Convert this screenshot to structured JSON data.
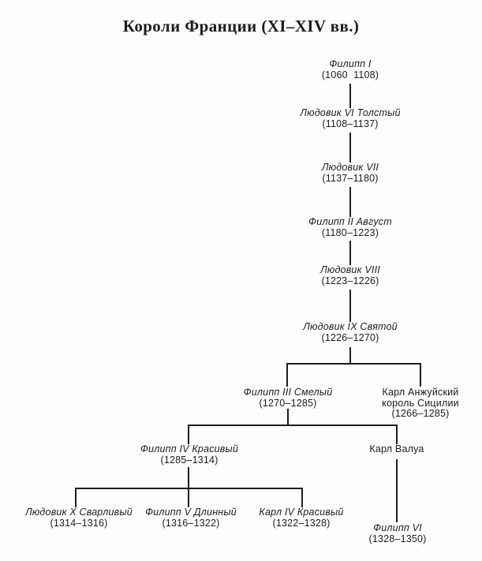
{
  "title": "Короли Франции (XI–XIV вв.)",
  "nodes": {
    "filipp1": {
      "name": "Филипп I",
      "dates": "(1060  1108)"
    },
    "lyudovik6": {
      "name": "Людовик VI Толстый",
      "dates": "(1108–1137)"
    },
    "lyudovik7": {
      "name": "Людовик VII",
      "dates": "(1137–1180)"
    },
    "filipp2": {
      "name": "Филипп II Август",
      "dates": "(1180–1223)"
    },
    "lyudovik8": {
      "name": "Людовик VIII",
      "dates": "(1223–1226)"
    },
    "lyudovik9": {
      "name": "Людовик IX Святой",
      "dates": "(1226–1270)"
    },
    "filipp3": {
      "name": "Филипп III Смелый",
      "dates": "(1270–1285)"
    },
    "karl_anju": {
      "name": "Карл Анжуйский",
      "title2": "король Сицилии",
      "dates": "(1266–1285)"
    },
    "filipp4": {
      "name": "Филипп IV Красивый",
      "dates": "(1285–1314)"
    },
    "karl_valua": {
      "name": "Карл Валуа"
    },
    "lyudovik10": {
      "name": "Людовик X Сварливый",
      "dates": "(1314–1316)"
    },
    "filipp5": {
      "name": "Филипп V Длинный",
      "dates": "(1316–1322)"
    },
    "karl4": {
      "name": "Карл IV Красивый",
      "dates": "(1322–1328)"
    },
    "filipp6": {
      "name": "Филипп VI",
      "dates": "(1328–1350)"
    }
  },
  "colors": {
    "ink": "#1e1e1e",
    "background": "#fdfdfd"
  }
}
